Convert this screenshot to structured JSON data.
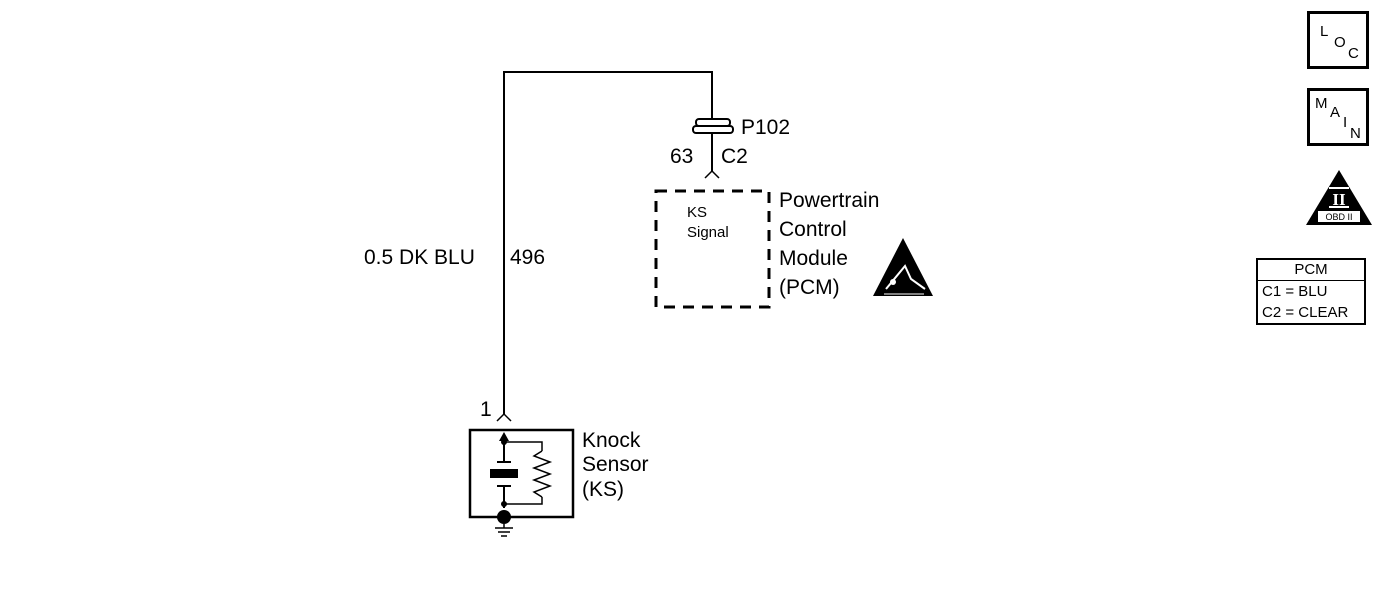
{
  "wire": {
    "gauge_color": "0.5 DK BLU",
    "circuit": "496"
  },
  "connector_p102": {
    "name": "P102",
    "pin_left": "63",
    "pin_right": "C2"
  },
  "pcm": {
    "name_lines": [
      "Powertrain",
      "Control",
      "Module",
      "(PCM)"
    ],
    "internal_label_lines": [
      "KS",
      "Signal"
    ],
    "esd_icon": "esd-warning-icon"
  },
  "knock_sensor": {
    "pin": "1",
    "name_lines": [
      "Knock",
      "Sensor",
      "(KS)"
    ]
  },
  "nav": {
    "loc": [
      "L",
      "O",
      "C"
    ],
    "main": [
      "M",
      "A",
      "I",
      "N"
    ],
    "obd": {
      "roman": "II",
      "caption": "OBD II"
    }
  },
  "legend": {
    "title": "PCM",
    "rows": [
      "C1 = BLU",
      "C2 = CLEAR"
    ]
  }
}
